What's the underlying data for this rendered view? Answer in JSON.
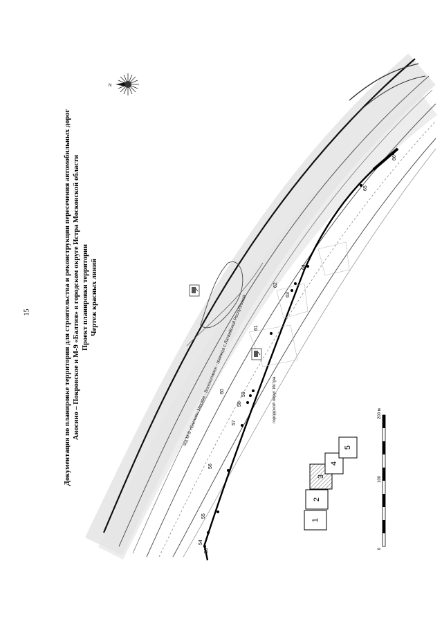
{
  "page": {
    "number": "15"
  },
  "title": {
    "line1": "Документация по планировке территории для строительства и реконструкции пересечения автомобильных дорог",
    "line2": "Аносино – Покровское и М-9 «Балтия» в городском округе Истра Московской области",
    "line3": "Проект планировки территории",
    "line4": "Чертеж красных линий"
  },
  "compass": {
    "label": "N",
    "icon": "compass-rose-icon"
  },
  "map": {
    "road_label": "а/д М-9 «Балтия» Москва - Волоколамск - граница с Латвийской Республикой",
    "district_label": "городской округ Истра",
    "red_line_points": [
      "53",
      "54",
      "55",
      "56",
      "57",
      "58",
      "59",
      "60",
      "61",
      "62",
      "63",
      "64",
      "65",
      "66"
    ],
    "icons": [
      "fuel-station-icon",
      "fuel-station-icon"
    ]
  },
  "sheet_index": {
    "cells": [
      "1",
      "2",
      "3",
      "4",
      "5"
    ],
    "highlighted": "3"
  },
  "scale_bar": {
    "labels": [
      "0",
      "100",
      "200 м"
    ]
  }
}
